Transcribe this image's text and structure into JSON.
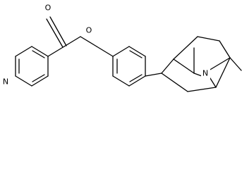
{
  "molecule": {
    "atoms": {
      "carbonyl_oxygen": "O",
      "ester_oxygen": "O",
      "pyridine_nitrogen": "N",
      "bridge_nitrogen": "N"
    }
  }
}
